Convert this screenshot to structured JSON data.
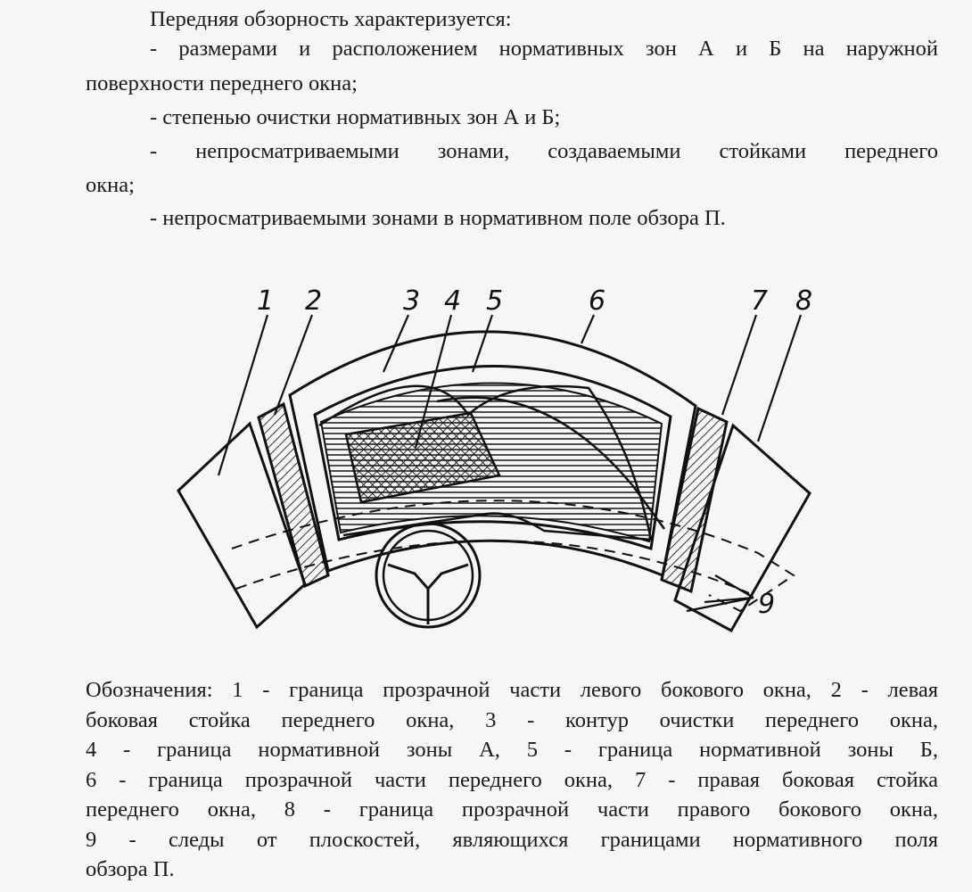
{
  "intro": {
    "heading": "Передняя обзорность характеризуется:",
    "item1_line1": "- размерами и расположением нормативных зон А и Б на наружной",
    "item1_line2": "поверхности переднего окна;",
    "item2": "- степенью очистки нормативных зон А и Б;",
    "item3_line1": "- непросматриваемыми зонами, создаваемыми стойками переднего",
    "item3_line2": "окна;",
    "item4": "- непросматриваемыми зонами в нормативном поле обзора П."
  },
  "figure": {
    "labels": [
      "1",
      "2",
      "3",
      "4",
      "5",
      "6",
      "7",
      "8",
      "9"
    ]
  },
  "legend": {
    "lines": [
      "Обозначения: 1 - граница прозрачной части левого бокового окна, 2 - левая",
      "боковая стойка переднего окна, 3 - контур очистки переднего окна,",
      "4 - граница нормативной зоны А, 5 - граница нормативной зоны Б,",
      "6 - граница прозрачной части переднего окна, 7 - правая боковая стойка",
      "переднего окна, 8 - граница прозрачной части правого бокового окна,",
      "9 - следы от плоскостей, являющихся границами нормативного поля",
      "обзора П."
    ]
  }
}
